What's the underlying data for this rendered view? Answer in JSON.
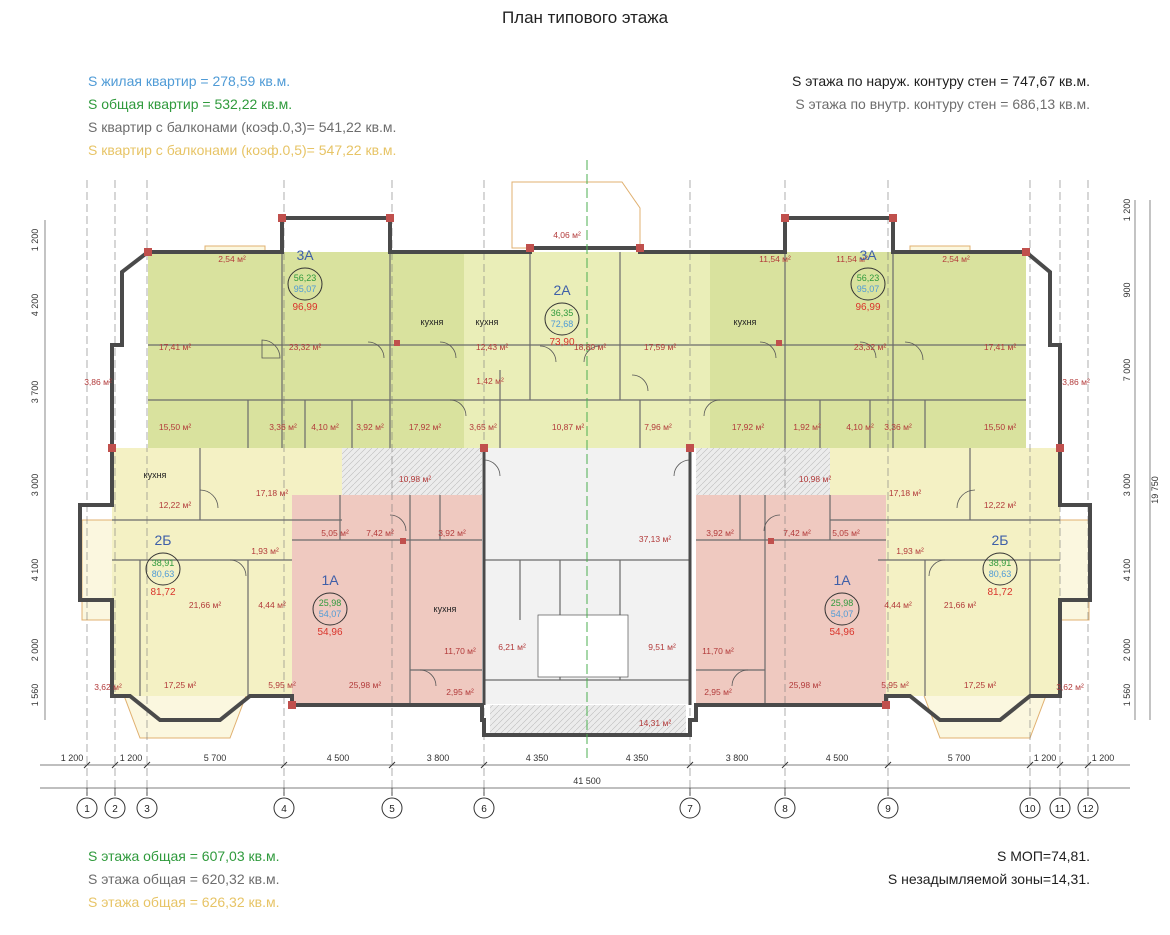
{
  "title": "План типового этажа",
  "summary_top_left": [
    {
      "text": "S жилая квартир = 278,59 кв.м.",
      "color": "blue"
    },
    {
      "text": "S общая квартир = 532,22 кв.м.",
      "color": "green"
    },
    {
      "text": "S квартир с балконами (коэф.0,3)= 541,22 кв.м.",
      "color": "gray"
    },
    {
      "text": "S квартир с балконами (коэф.0,5)= 547,22 кв.м.",
      "color": "yellow"
    }
  ],
  "summary_top_right": [
    {
      "text": "S этажа по наруж. контуру стен = 747,67 кв.м.",
      "color": "black"
    },
    {
      "text": "S этажа по внутр. контуру стен = 686,13 кв.м.",
      "color": "gray"
    }
  ],
  "summary_bottom_left": [
    {
      "text": "S этажа общая = 607,03 кв.м.",
      "color": "green"
    },
    {
      "text": "S этажа общая = 620,32 кв.м.",
      "color": "gray"
    },
    {
      "text": "S этажа общая = 626,32 кв.м.",
      "color": "yellow"
    }
  ],
  "summary_bottom_right": [
    {
      "text": "S МОП=74,81.",
      "color": "black"
    },
    {
      "text": "S незадымляемой зоны=14,31.",
      "color": "black"
    }
  ],
  "colors": {
    "blue": "#4f9bd6",
    "green": "#2f9a3c",
    "gray": "#6d6d6d",
    "yellow": "#e7c466",
    "black": "#1e1e1e",
    "apt_3a_fill": "#d9e29e",
    "apt_2b_fill": "#f4f1c4",
    "apt_1a_fill": "#efc9c0",
    "common_fill": "#e6e6e6",
    "wall": "#4a4a4a",
    "wall_accent": "#c0504d"
  },
  "axes": {
    "labels": [
      "1",
      "2",
      "3",
      "4",
      "5",
      "6",
      "7",
      "8",
      "9",
      "10",
      "11",
      "12"
    ],
    "spans": [
      "1 200",
      "1 200",
      "5 700",
      "4 500",
      "3 800",
      "4 350",
      "4 350",
      "3 800",
      "4 500",
      "5 700",
      "1 200",
      "1 200"
    ],
    "total": "41 500"
  },
  "side_dims": {
    "left": [
      "1 200",
      "4 200",
      "3 700",
      "3 000",
      "4 100",
      "2 000",
      "1 560"
    ],
    "right": [
      "1 200",
      "900",
      "7 000",
      "3 000",
      "4 100",
      "2 000",
      "1 560"
    ],
    "right_total": "19 750"
  },
  "apartments": [
    {
      "type": "3А",
      "living": "56,23",
      "total": "95,07",
      "balcony": "96,99"
    },
    {
      "type": "2А",
      "living": "36,35",
      "total": "72,68",
      "balcony": "73,90"
    },
    {
      "type": "3А",
      "living": "56,23",
      "total": "95,07",
      "balcony": "96,99"
    },
    {
      "type": "2Б",
      "living": "38,91",
      "total": "80,63",
      "balcony": "81,72"
    },
    {
      "type": "1А",
      "living": "25,98",
      "total": "54,07",
      "balcony": "54,96"
    },
    {
      "type": "1А",
      "living": "25,98",
      "total": "54,07",
      "balcony": "54,96"
    },
    {
      "type": "2Б",
      "living": "38,91",
      "total": "80,63",
      "balcony": "81,72"
    }
  ],
  "room_labels": [
    "17,41 м²",
    "23,32 м²",
    "кухня",
    "кухня",
    "12,43 м²",
    "18,80 м²",
    "17,59 м²",
    "кухня",
    "23,32 м²",
    "17,41 м²",
    "15,50 м²",
    "3,36 м²",
    "4,10 м²",
    "3,92 м²",
    "17,92 м²",
    "3,65 м²",
    "10,87 м²",
    "7,96 м²",
    "17,92 м²",
    "1,92 м²",
    "4,10 м²",
    "3,36 м²",
    "15,50 м²",
    "2,54 м²",
    "11,54 м²",
    "4,06 м²",
    "11,54 м²",
    "2,54 м²",
    "3,86 м²",
    "3,86 м²",
    "1,42 м²",
    "кухня",
    "17,18 м²",
    "12,22 м²",
    "10,98 м²",
    "10,98 м²",
    "17,18 м²",
    "12,22 м²",
    "5,05 м²",
    "7,42 м²",
    "3,92 м²",
    "37,13 м²",
    "3,92 м²",
    "7,42 м²",
    "5,05 м²",
    "1,93 м²",
    "1,93 м²",
    "21,66 м²",
    "4,44 м²",
    "кухня",
    "11,70 м²",
    "6,21 м²",
    "9,51 м²",
    "11,70 м²",
    "4,44 м²",
    "21,66 м²",
    "17,25 м²",
    "5,95 м²",
    "25,98 м²",
    "2,95 м²",
    "14,31 м²",
    "2,95 м²",
    "25,98 м²",
    "5,95 м²",
    "17,25 м²",
    "3,62 м²",
    "3,62 м²"
  ]
}
